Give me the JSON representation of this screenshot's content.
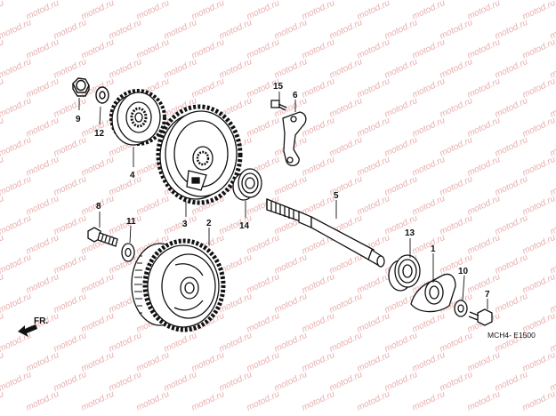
{
  "watermark": {
    "text": "motod.ru",
    "color": "#e9b0b0"
  },
  "diagram_code": "MCH4- E1500",
  "direction_label": "FR.",
  "callouts": {
    "p1": "1",
    "p2": "2",
    "p3": "3",
    "p4": "4",
    "p5": "5",
    "p6": "6",
    "p7": "7",
    "p8": "8",
    "p9": "9",
    "p10": "10",
    "p11": "11",
    "p12": "12",
    "p13": "13",
    "p14": "14",
    "p15": "15"
  },
  "colors": {
    "line": "#111111",
    "background": "#ffffff"
  }
}
